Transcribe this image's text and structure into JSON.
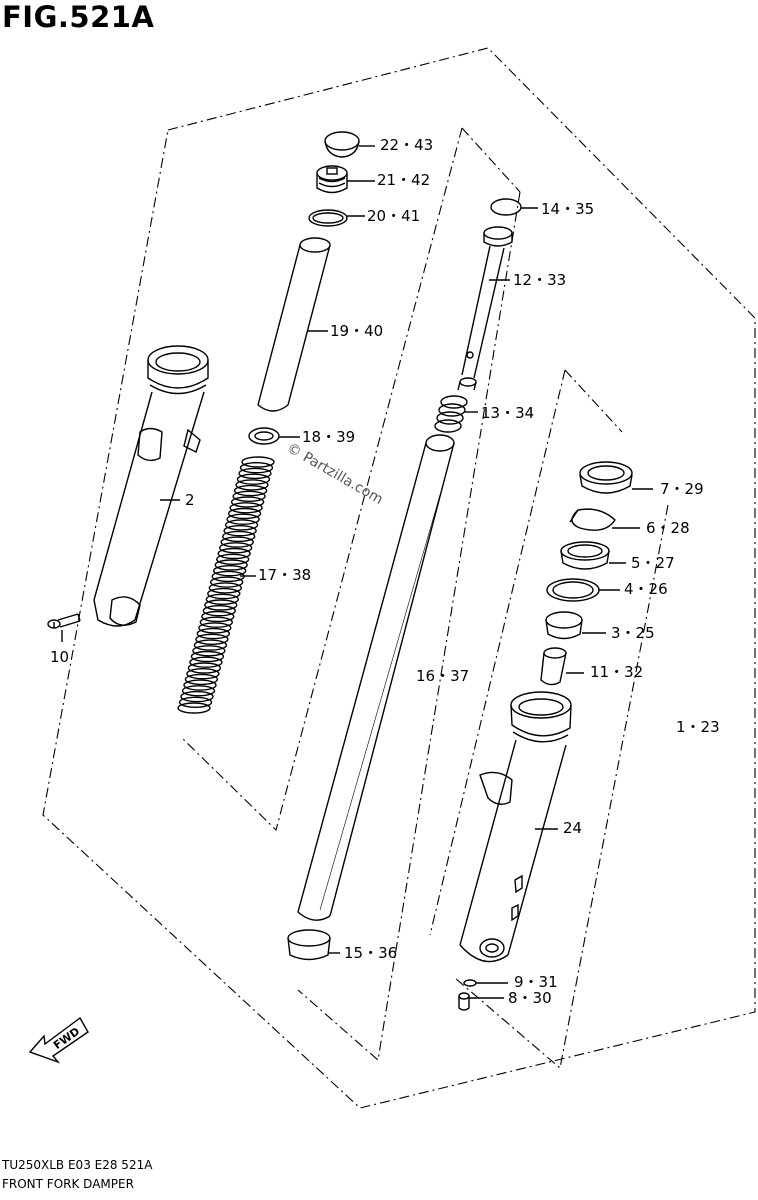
{
  "figure": {
    "title": "FIG.521A"
  },
  "watermark": "© Partzilla.com",
  "fwd_label": "FWD",
  "callouts": [
    {
      "id": "c-22-43",
      "text": "22・43"
    },
    {
      "id": "c-21-42",
      "text": "21・42"
    },
    {
      "id": "c-20-41",
      "text": "20・41"
    },
    {
      "id": "c-19-40",
      "text": "19・40"
    },
    {
      "id": "c-18-39",
      "text": "18・39"
    },
    {
      "id": "c-17-38",
      "text": "17・38"
    },
    {
      "id": "c-14-35",
      "text": "14・35"
    },
    {
      "id": "c-12-33",
      "text": "12・33"
    },
    {
      "id": "c-13-34",
      "text": "13・34"
    },
    {
      "id": "c-2",
      "text": "2"
    },
    {
      "id": "c-10",
      "text": "10"
    },
    {
      "id": "c-16-37",
      "text": "16・37"
    },
    {
      "id": "c-7-29",
      "text": "7・29"
    },
    {
      "id": "c-6-28",
      "text": "6・28"
    },
    {
      "id": "c-5-27",
      "text": "5・27"
    },
    {
      "id": "c-4-26",
      "text": "4・26"
    },
    {
      "id": "c-3-25",
      "text": "3・25"
    },
    {
      "id": "c-11-32",
      "text": "11・32"
    },
    {
      "id": "c-1-23",
      "text": "1・23"
    },
    {
      "id": "c-24",
      "text": "24"
    },
    {
      "id": "c-15-36",
      "text": "15・36"
    },
    {
      "id": "c-9-31",
      "text": "9・31"
    },
    {
      "id": "c-8-30",
      "text": "8・30"
    }
  ],
  "footer": {
    "code": "TU250XLB  E03  E28  521A",
    "caption": "FRONT FORK DAMPER"
  }
}
